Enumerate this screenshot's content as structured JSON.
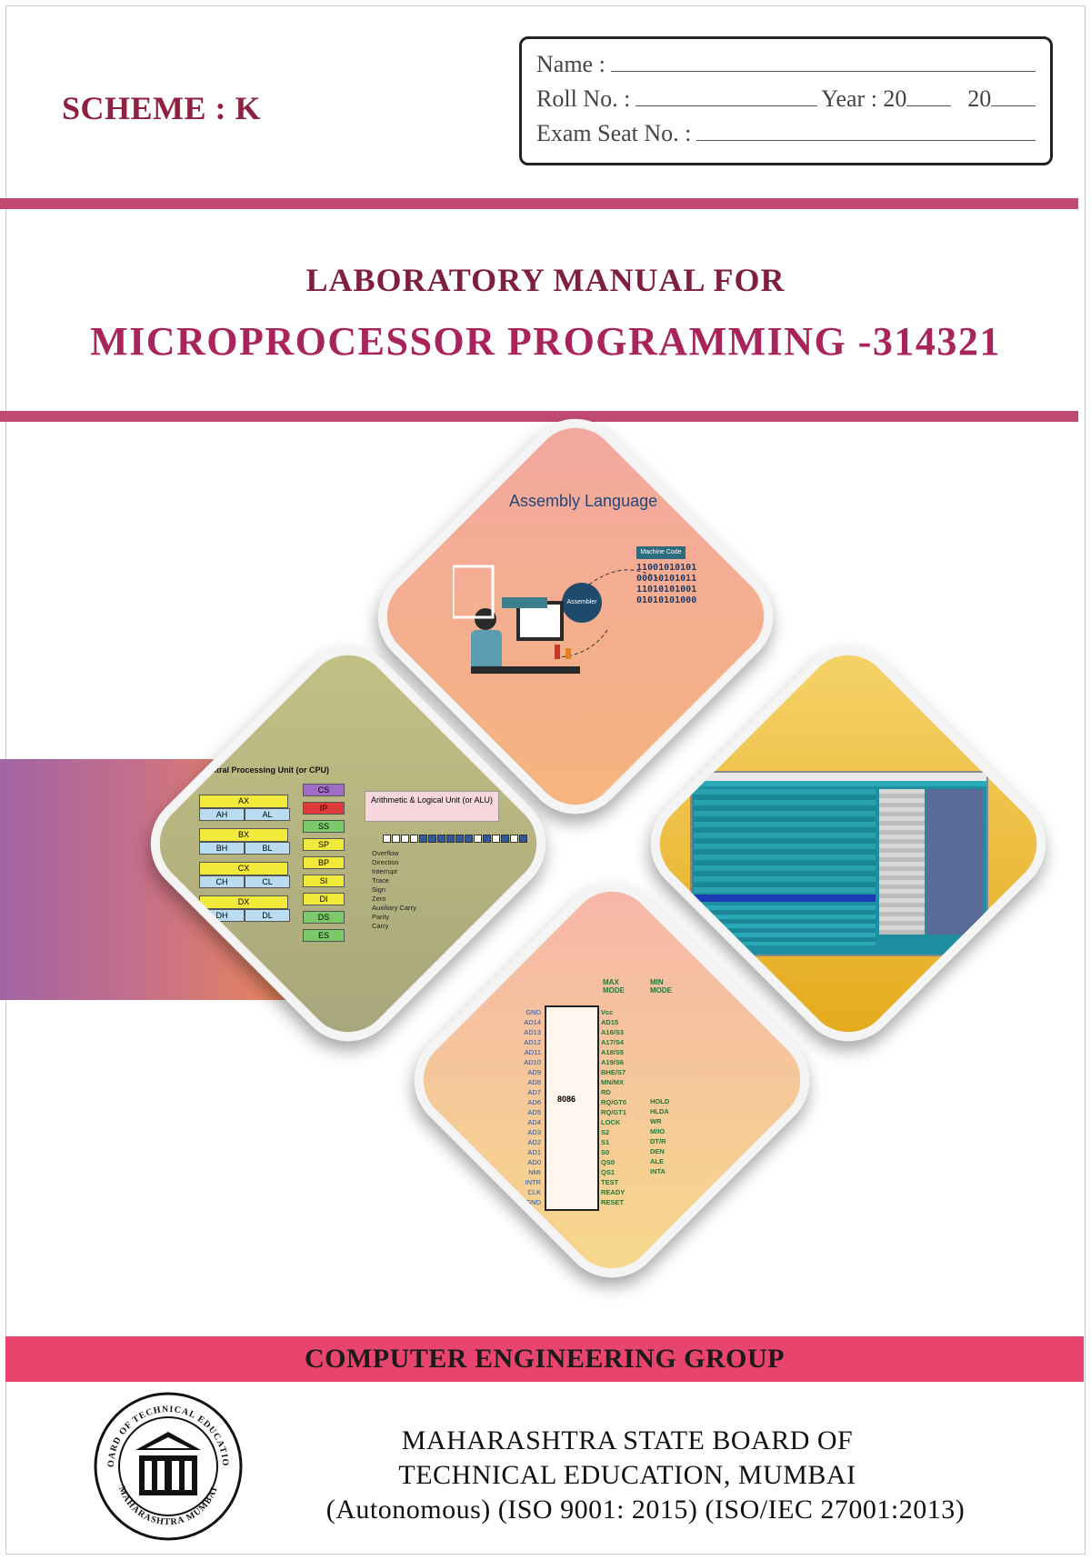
{
  "header": {
    "scheme": "SCHEME : K",
    "fields": {
      "name_label": "Name :",
      "roll_label": "Roll No. :",
      "year_label": "Year : 20",
      "year_mid": "20",
      "seat_label": "Exam Seat No. :"
    }
  },
  "title": {
    "line1": "LABORATORY MANUAL FOR",
    "line2": "MICROPROCESSOR PROGRAMMING -314321"
  },
  "illustrations": {
    "assembly": {
      "title": "Assembly Language",
      "machine_code": "Machine Code",
      "assembler": "Assembler",
      "bits": [
        "11001010101",
        "00010101011",
        "11010101001",
        "01010101000"
      ]
    },
    "cpu": {
      "title": "Central Processing Unit (or CPU)",
      "alu": "Arithmetic & Logical Unit (or ALU)",
      "regs": [
        {
          "full": "AX",
          "hi": "AH",
          "lo": "AL"
        },
        {
          "full": "BX",
          "hi": "BH",
          "lo": "BL"
        },
        {
          "full": "CX",
          "hi": "CH",
          "lo": "CL"
        },
        {
          "full": "DX",
          "hi": "DH",
          "lo": "DL"
        }
      ],
      "seg": [
        "CS",
        "IP",
        "SS",
        "SP",
        "BP",
        "SI",
        "DI",
        "DS",
        "ES"
      ],
      "flags": [
        "Overflow",
        "Direction",
        "Interrupt",
        "Trace",
        "Sign",
        "Zero",
        "Auxiliary Carry",
        "Parity",
        "Carry"
      ]
    },
    "chip": {
      "label": "8086",
      "max_mode": "MAX MODE",
      "min_mode": "MIN MODE",
      "left_pins": [
        "GND",
        "AD14",
        "AD13",
        "AD12",
        "AD11",
        "AD10",
        "AD9",
        "AD8",
        "AD7",
        "AD6",
        "AD5",
        "AD4",
        "AD3",
        "AD2",
        "AD1",
        "AD0",
        "NMI",
        "INTR",
        "CLK",
        "GND"
      ],
      "right_pins": [
        "Vcc",
        "AD15",
        "A16/S3",
        "A17/S4",
        "A18/S5",
        "A19/S6",
        "BHE/S7",
        "MN/MX",
        "RD",
        "RQ/GT0",
        "RQ/GT1",
        "LOCK",
        "S2",
        "S1",
        "S0",
        "QS0",
        "QS1",
        "TEST",
        "READY",
        "RESET"
      ],
      "min_pins": [
        "HOLD",
        "HLDA",
        "WR",
        "M/IO",
        "DT/R",
        "DEN",
        "ALE",
        "INTA"
      ]
    }
  },
  "footer": {
    "group": "COMPUTER ENGINEERING GROUP",
    "board_line1": "MAHARASHTRA STATE BOARD OF",
    "board_line2": "TECHNICAL EDUCATION, MUMBAI",
    "board_line3": "(Autonomous) (ISO 9001: 2015) (ISO/IEC 27001:2013)",
    "seal_top": "BOARD OF TECHNICAL EDUCATION",
    "seal_bottom": "MAHARASHTRA MUMBAI"
  }
}
